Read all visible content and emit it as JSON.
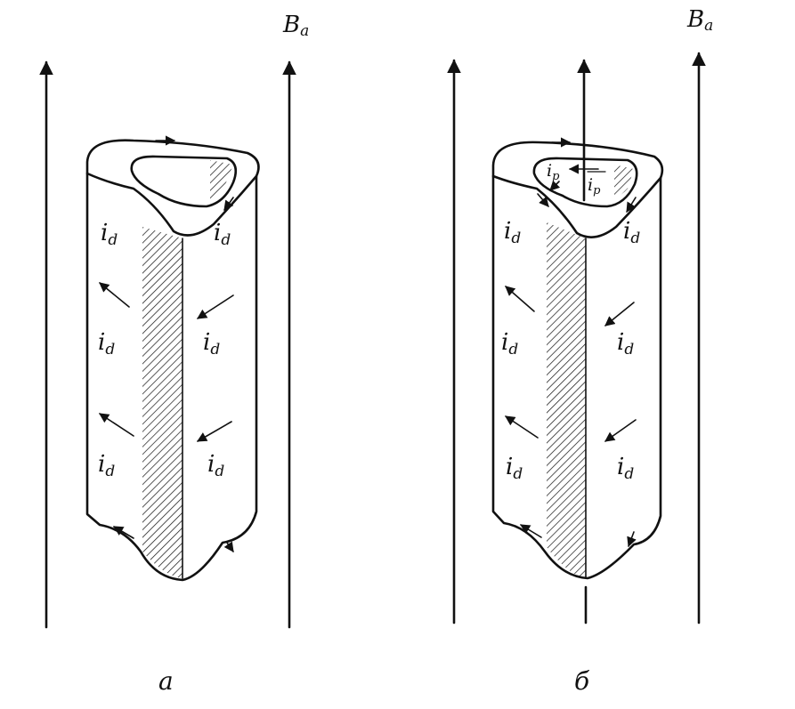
{
  "field_label": "B",
  "field_sub": "a",
  "current_label": "i",
  "current_sub_d": "d",
  "current_sub_p": "p",
  "panel_a_caption": "a",
  "panel_b_caption": "б"
}
